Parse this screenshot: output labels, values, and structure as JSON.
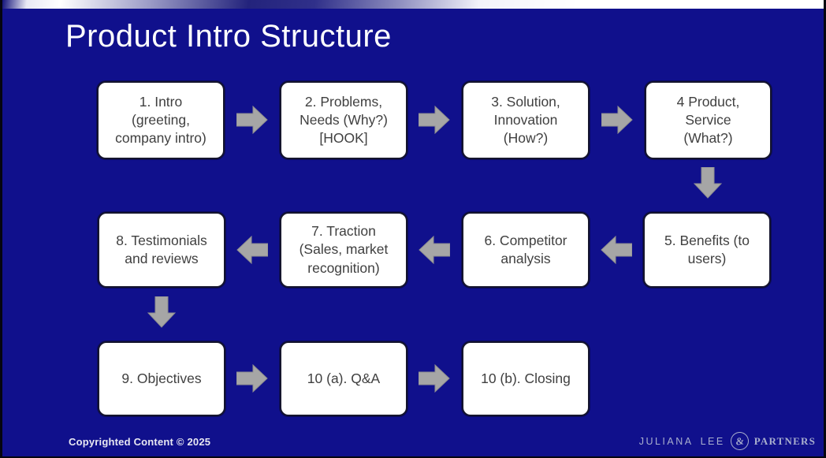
{
  "slide": {
    "title": "Product Intro Structure",
    "copyright": "Copyrighted Content © 2025",
    "logo": {
      "name_first": "JULIANA",
      "name_last": "LEE",
      "ampersand": "&",
      "partners": "PARTNERS"
    }
  },
  "boxes": {
    "b1": {
      "label": "1. Intro\n(greeting,\ncompany intro)"
    },
    "b2": {
      "label": "2. Problems,\nNeeds (Why?)\n[HOOK]"
    },
    "b3": {
      "label": "3. Solution,\nInnovation\n(How?)"
    },
    "b4": {
      "label": "4 Product,\nService\n(What?)"
    },
    "b5": {
      "label": "5. Benefits (to\nusers)"
    },
    "b6": {
      "label": "6. Competitor\nanalysis"
    },
    "b7": {
      "label": "7. Traction\n(Sales, market\nrecognition)"
    },
    "b8": {
      "label": "8. Testimonials\nand reviews"
    },
    "b9": {
      "label": "9. Objectives"
    },
    "b10a": {
      "label": "10 (a). Q&A"
    },
    "b10b": {
      "label": "10 (b). Closing"
    }
  },
  "icons": {
    "arrow_right": "block-arrow-right",
    "arrow_left": "block-arrow-left",
    "arrow_down": "block-arrow-down"
  },
  "colors": {
    "background": "#10108C",
    "box_fill": "#FFFFFF",
    "box_border": "#15152E",
    "box_text": "#404040",
    "arrow_fill": "#A6A6A6",
    "title_text": "#FFFFFF",
    "footer_text": "#E8E8F2",
    "logo_text": "#A9AFCE"
  }
}
